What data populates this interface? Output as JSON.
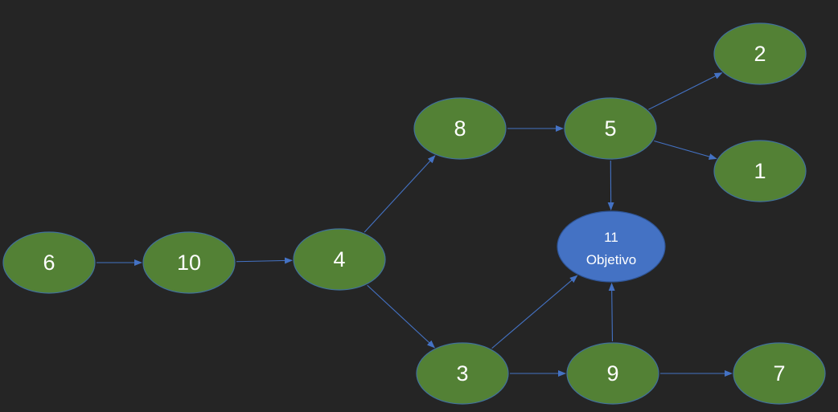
{
  "colors": {
    "background": "#252525",
    "node_fill": "#538135",
    "node_stroke": "#41719c",
    "goal_fill": "#4472c4",
    "goal_stroke": "#2f5597",
    "edge": "#4472c4",
    "text": "#ffffff"
  },
  "nodes": [
    {
      "id": "n6",
      "label": "6"
    },
    {
      "id": "n10",
      "label": "10"
    },
    {
      "id": "n4",
      "label": "4"
    },
    {
      "id": "n8",
      "label": "8"
    },
    {
      "id": "n5",
      "label": "5"
    },
    {
      "id": "n2",
      "label": "2"
    },
    {
      "id": "n1",
      "label": "1"
    },
    {
      "id": "n3",
      "label": "3"
    },
    {
      "id": "n9",
      "label": "9"
    },
    {
      "id": "n7",
      "label": "7"
    }
  ],
  "goal": {
    "id": "n11",
    "number": "11",
    "caption": "Objetivo"
  },
  "edges": [
    {
      "from": "n6",
      "to": "n10"
    },
    {
      "from": "n10",
      "to": "n4"
    },
    {
      "from": "n4",
      "to": "n8"
    },
    {
      "from": "n4",
      "to": "n3"
    },
    {
      "from": "n8",
      "to": "n5"
    },
    {
      "from": "n5",
      "to": "n2"
    },
    {
      "from": "n5",
      "to": "n1"
    },
    {
      "from": "n5",
      "to": "n11"
    },
    {
      "from": "n3",
      "to": "n11"
    },
    {
      "from": "n3",
      "to": "n9"
    },
    {
      "from": "n9",
      "to": "n11"
    },
    {
      "from": "n9",
      "to": "n7"
    }
  ]
}
